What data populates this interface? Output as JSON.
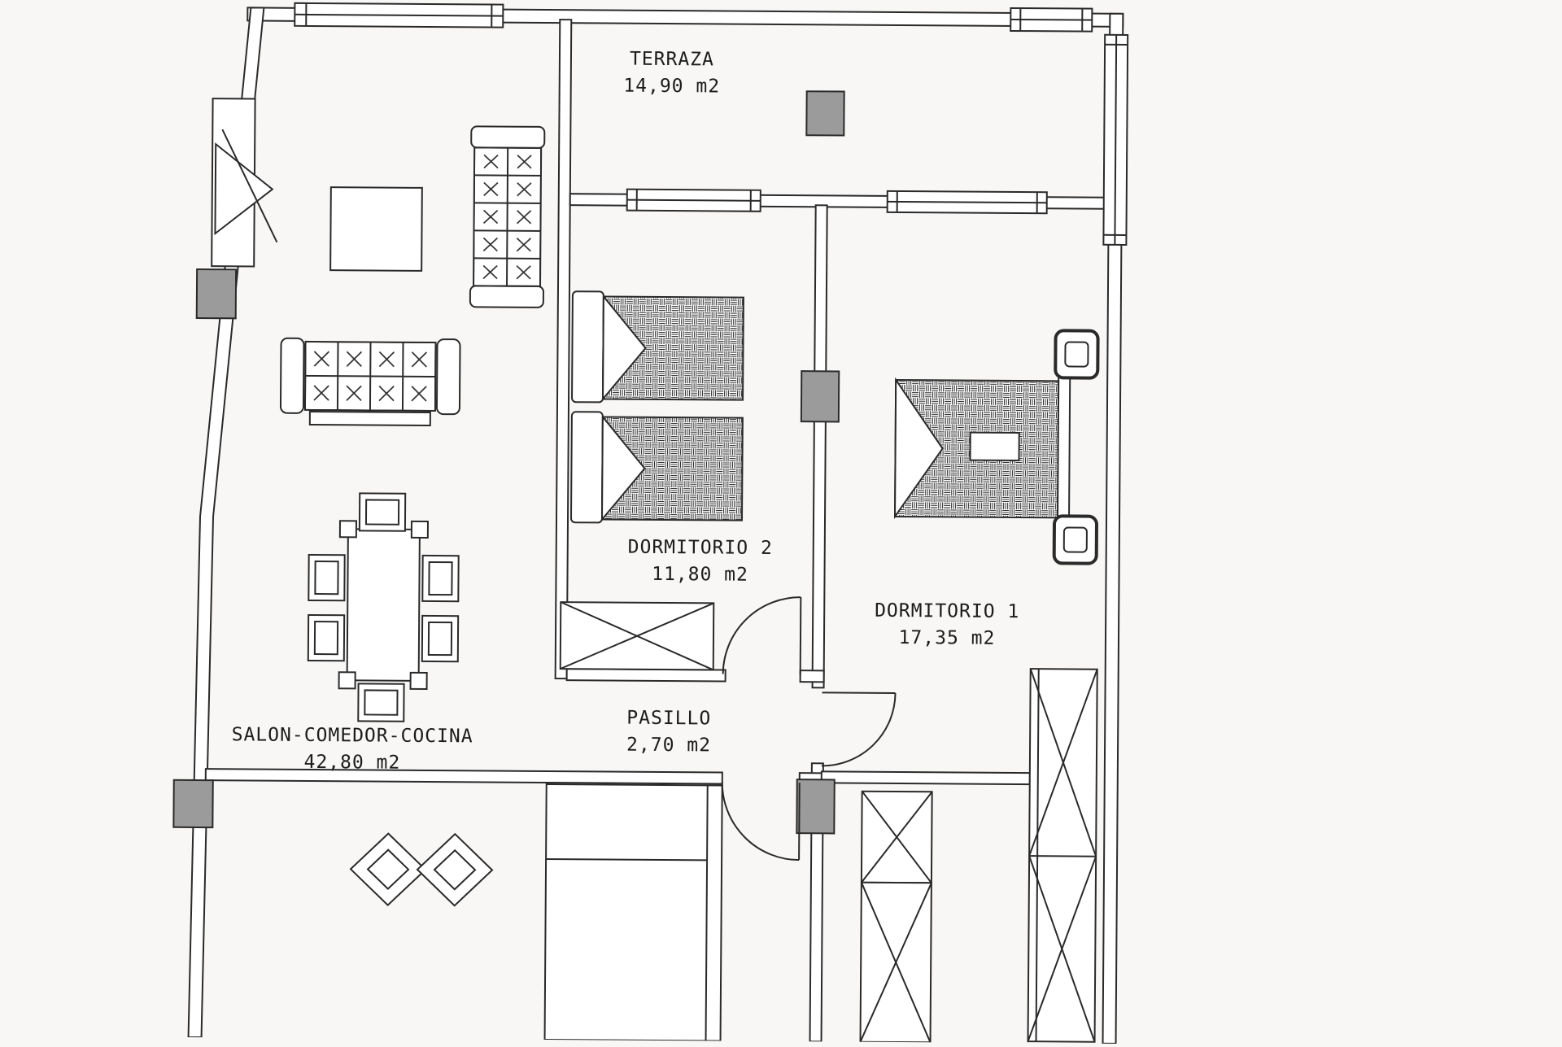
{
  "plan": {
    "rooms": [
      {
        "name": "TERRAZA",
        "area": "14,90 m2"
      },
      {
        "name": "DORMITORIO 2",
        "area": "11,80 m2"
      },
      {
        "name": "DORMITORIO 1",
        "area": "17,35 m2"
      },
      {
        "name": "PASILLO",
        "area": "2,70 m2"
      },
      {
        "name": "SALON-COMEDOR-COCINA",
        "area": "42,80 m2"
      }
    ],
    "colors": {
      "line": "#2a2a2a",
      "column": "#9b9b9b",
      "paper": "#f8f7f5"
    }
  }
}
